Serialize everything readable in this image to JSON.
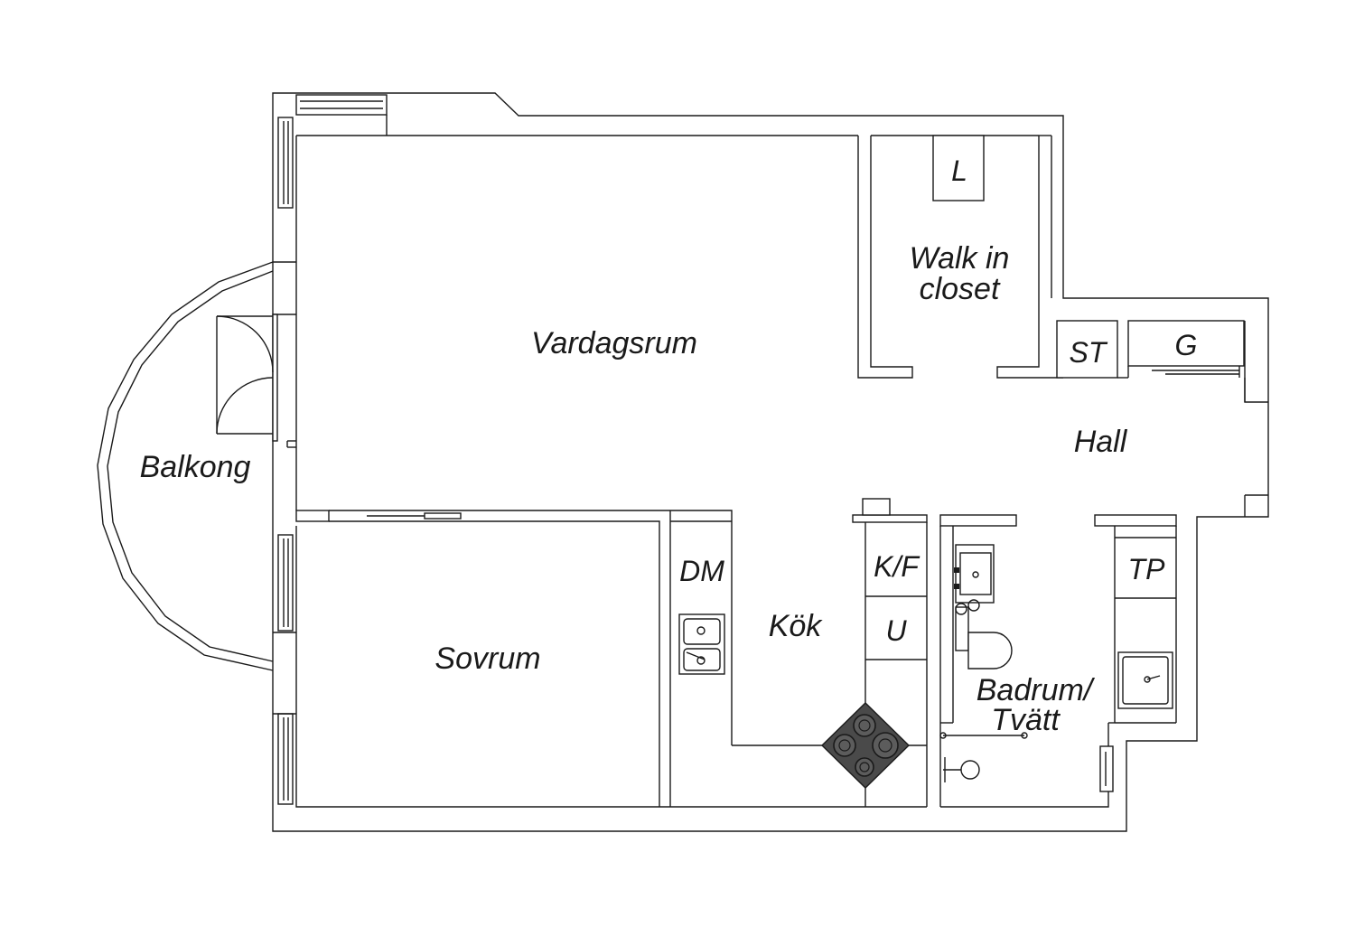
{
  "rooms": {
    "vardagsrum": "Vardagsrum",
    "walk_in_line1": "Walk in",
    "walk_in_line2": "closet",
    "balkong": "Balkong",
    "sovrum": "Sovrum",
    "kok": "Kök",
    "hall": "Hall",
    "badrum_line1": "Badrum/",
    "badrum_line2": "Tvätt"
  },
  "fixtures": {
    "l": "L",
    "st": "ST",
    "g": "G",
    "dm": "DM",
    "kf": "K/F",
    "u": "U",
    "tp": "TP"
  },
  "colors": {
    "wall_line": "#1a1a1a",
    "stove_fill": "#4a4a4a"
  }
}
